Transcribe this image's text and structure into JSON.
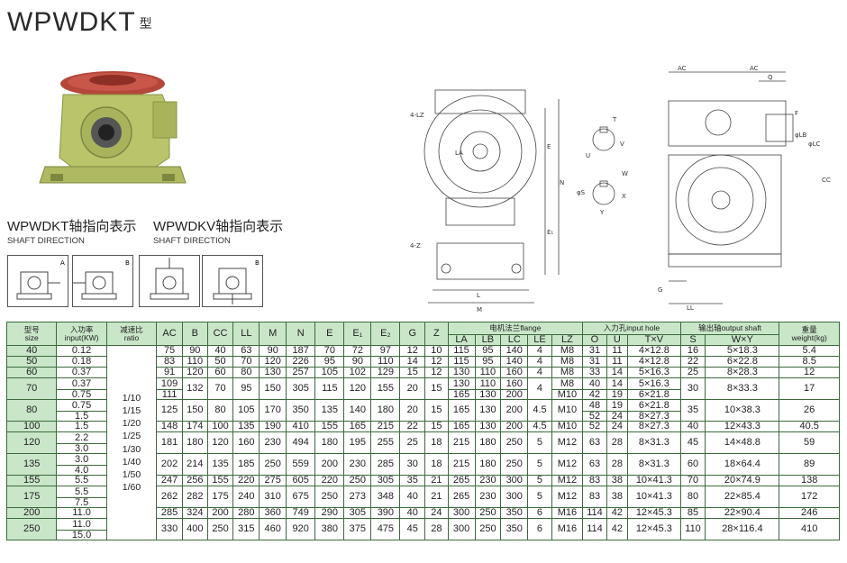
{
  "title": "WPWDKT",
  "title_suffix": "型",
  "dkt_heading": "WPWDKT轴指向表示",
  "dkt_sub": "SHAFT DIRECTION",
  "dkv_heading": "WPWDKV轴指向表示",
  "dkv_sub": "SHAFT DIRECTION",
  "direction_boxes": [
    {
      "left": "A",
      "right": "B"
    },
    {
      "left": "",
      "right": "B"
    }
  ],
  "colors": {
    "header_bg": "#c9e6c9",
    "border": "#3c6a3c",
    "housing": "#b9c46b",
    "flange": "#b5473a"
  },
  "drawing_labels": {
    "front": {
      "dim_4lz": "4-LZ",
      "la": "LA",
      "e": "E",
      "e1": "E₁",
      "n": "N",
      "four_z": "4-Z",
      "l": "L",
      "m": "M"
    },
    "shaft": {
      "t": "T",
      "v": "V",
      "u": "U",
      "w": "W",
      "s": "φS",
      "x": "X",
      "y": "Y"
    },
    "side": {
      "ac1": "AC",
      "ac2": "AC",
      "q": "Q",
      "f": "F",
      "lb": "φLB",
      "lc": "φLC",
      "cc": "CC",
      "g": "G",
      "ll": "LL"
    }
  },
  "table": {
    "head": {
      "size": "型号",
      "size_en": "size",
      "input": "入功率",
      "input_en": "input(KW)",
      "ratio": "减速比",
      "ratio_en": "ratio",
      "dims": [
        "AC",
        "B",
        "CC",
        "LL",
        "M",
        "N",
        "E",
        "E₁",
        "E₂",
        "G",
        "Z"
      ],
      "flange": "电机法兰flange",
      "flange_cols": [
        "LA",
        "LB",
        "LC",
        "LE",
        "LZ"
      ],
      "input_hole": "入力孔input hole",
      "input_hole_cols": [
        "O",
        "U",
        "T×V"
      ],
      "output_shaft": "输出轴output shaft",
      "output_shaft_cols": [
        "S",
        "W×Y"
      ],
      "weight": "重量",
      "weight_en": "weight(kg)"
    },
    "ratio_text": "1/10\n1/15\n1/20\n1/25\n1/30\n1/40\n1/50\n1/60",
    "rows": [
      {
        "size": "40",
        "kw": [
          "0.12"
        ],
        "ac": "75",
        "b": "90",
        "cc": "40",
        "ll": "63",
        "m": "90",
        "n": "187",
        "e": "70",
        "e1": "72",
        "e2": "97",
        "g": "12",
        "z": "10",
        "la": "115",
        "lb": "95",
        "lc": "140",
        "le": "4",
        "lz": "M8",
        "o": [
          "31"
        ],
        "u": [
          "11"
        ],
        "tv": [
          "4×12.8"
        ],
        "s": "16",
        "wy": "5×18.3",
        "wt": "5.4"
      },
      {
        "size": "50",
        "kw": [
          "0.18"
        ],
        "ac": "83",
        "b": "110",
        "cc": "50",
        "ll": "70",
        "m": "120",
        "n": "226",
        "e": "95",
        "e1": "90",
        "e2": "110",
        "g": "14",
        "z": "12",
        "la": "115",
        "lb": "95",
        "lc": "140",
        "le": "4",
        "lz": "M8",
        "o": [
          "31"
        ],
        "u": [
          "11"
        ],
        "tv": [
          "4×12.8"
        ],
        "s": "22",
        "wy": "6×22.8",
        "wt": "8.5"
      },
      {
        "size": "60",
        "kw": [
          "0.37"
        ],
        "ac": "91",
        "b": "120",
        "cc": "60",
        "ll": "80",
        "m": "130",
        "n": "257",
        "e": "105",
        "e1": "102",
        "e2": "129",
        "g": "15",
        "z": "12",
        "la": "130",
        "lb": "110",
        "lc": "160",
        "le": "4",
        "lz": "M8",
        "o": [
          "33"
        ],
        "u": [
          "14"
        ],
        "tv": [
          "5×16.3"
        ],
        "s": "25",
        "wy": "8×28.3",
        "wt": "12"
      },
      {
        "size": "70",
        "kw": [
          "0.37",
          "0.75"
        ],
        "ac": "109|111",
        "b": "132",
        "cc": "70",
        "ll": "95",
        "m": "150",
        "n": "305",
        "e": "115",
        "e1": "120",
        "e2": "155",
        "g": "20",
        "z": "15",
        "la": "130|165",
        "lb": "110|130",
        "lc": "160|200",
        "le": "4",
        "lz": "M8|M10",
        "o": [
          "40",
          "42"
        ],
        "u": [
          "14",
          "19"
        ],
        "tv": [
          "5×16.3",
          "6×21.8"
        ],
        "s": "30",
        "wy": "8×33.3",
        "wt": "17"
      },
      {
        "size": "80",
        "kw": [
          "0.75",
          "1.5"
        ],
        "ac": "125",
        "b": "150",
        "cc": "80",
        "ll": "105",
        "m": "170",
        "n": "350",
        "e": "135",
        "e1": "140",
        "e2": "180",
        "g": "20",
        "z": "15",
        "la": "165",
        "lb": "130",
        "lc": "200",
        "le": "4.5",
        "lz": "M10",
        "o": [
          "48",
          "52"
        ],
        "u": [
          "19",
          "24"
        ],
        "tv": [
          "6×21.8",
          "8×27.3"
        ],
        "s": "35",
        "wy": "10×38.3",
        "wt": "26"
      },
      {
        "size": "100",
        "kw": [
          "1.5"
        ],
        "ac": "148",
        "b": "174",
        "cc": "100",
        "ll": "135",
        "m": "190",
        "n": "410",
        "e": "155",
        "e1": "165",
        "e2": "215",
        "g": "22",
        "z": "15",
        "la": "165",
        "lb": "130",
        "lc": "200",
        "le": "4.5",
        "lz": "M10",
        "o": [
          "52"
        ],
        "u": [
          "24"
        ],
        "tv": [
          "8×27.3"
        ],
        "s": "40",
        "wy": "12×43.3",
        "wt": "40.5"
      },
      {
        "size": "120",
        "kw": [
          "2.2",
          "3.0"
        ],
        "ac": "181",
        "b": "180",
        "cc": "120",
        "ll": "160",
        "m": "230",
        "n": "494",
        "e": "180",
        "e1": "195",
        "e2": "255",
        "g": "25",
        "z": "18",
        "la": "215",
        "lb": "180",
        "lc": "250",
        "le": "5",
        "lz": "M12",
        "o": [
          "63"
        ],
        "u": [
          "28"
        ],
        "tv": [
          "8×31.3"
        ],
        "s": "45",
        "wy": "14×48.8",
        "wt": "59"
      },
      {
        "size": "135",
        "kw": [
          "3.0",
          "4.0"
        ],
        "ac": "202",
        "b": "214",
        "cc": "135",
        "ll": "185",
        "m": "250",
        "n": "559",
        "e": "200",
        "e1": "230",
        "e2": "285",
        "g": "30",
        "z": "18",
        "la": "215",
        "lb": "180",
        "lc": "250",
        "le": "5",
        "lz": "M12",
        "o": [
          "63"
        ],
        "u": [
          "28"
        ],
        "tv": [
          "8×31.3"
        ],
        "s": "60",
        "wy": "18×64.4",
        "wt": "89"
      },
      {
        "size": "155",
        "kw": [
          "5.5"
        ],
        "ac": "247",
        "b": "256",
        "cc": "155",
        "ll": "220",
        "m": "275",
        "n": "605",
        "e": "220",
        "e1": "250",
        "e2": "305",
        "g": "35",
        "z": "21",
        "la": "265",
        "lb": "230",
        "lc": "300",
        "le": "5",
        "lz": "M12",
        "o": [
          "83"
        ],
        "u": [
          "38"
        ],
        "tv": [
          "10×41.3"
        ],
        "s": "70",
        "wy": "20×74.9",
        "wt": "138"
      },
      {
        "size": "175",
        "kw": [
          "5.5",
          "7.5"
        ],
        "ac": "262",
        "b": "282",
        "cc": "175",
        "ll": "240",
        "m": "310",
        "n": "675",
        "e": "250",
        "e1": "273",
        "e2": "348",
        "g": "40",
        "z": "21",
        "la": "265",
        "lb": "230",
        "lc": "300",
        "le": "5",
        "lz": "M12",
        "o": [
          "83"
        ],
        "u": [
          "38"
        ],
        "tv": [
          "10×41.3"
        ],
        "s": "80",
        "wy": "22×85.4",
        "wt": "172"
      },
      {
        "size": "200",
        "kw": [
          "11.0"
        ],
        "ac": "285",
        "b": "324",
        "cc": "200",
        "ll": "280",
        "m": "360",
        "n": "749",
        "e": "290",
        "e1": "305",
        "e2": "390",
        "g": "40",
        "z": "24",
        "la": "300",
        "lb": "250",
        "lc": "350",
        "le": "6",
        "lz": "M16",
        "o": [
          "114"
        ],
        "u": [
          "42"
        ],
        "tv": [
          "12×45.3"
        ],
        "s": "85",
        "wy": "22×90.4",
        "wt": "246"
      },
      {
        "size": "250",
        "kw": [
          "11.0",
          "15.0"
        ],
        "ac": "330",
        "b": "400",
        "cc": "250",
        "ll": "315",
        "m": "460",
        "n": "920",
        "e": "380",
        "e1": "375",
        "e2": "475",
        "g": "45",
        "z": "28",
        "la": "300",
        "lb": "250",
        "lc": "350",
        "le": "6",
        "lz": "M16",
        "o": [
          "114"
        ],
        "u": [
          "42"
        ],
        "tv": [
          "12×45.3"
        ],
        "s": "110",
        "wy": "28×116.4",
        "wt": "410"
      }
    ]
  }
}
